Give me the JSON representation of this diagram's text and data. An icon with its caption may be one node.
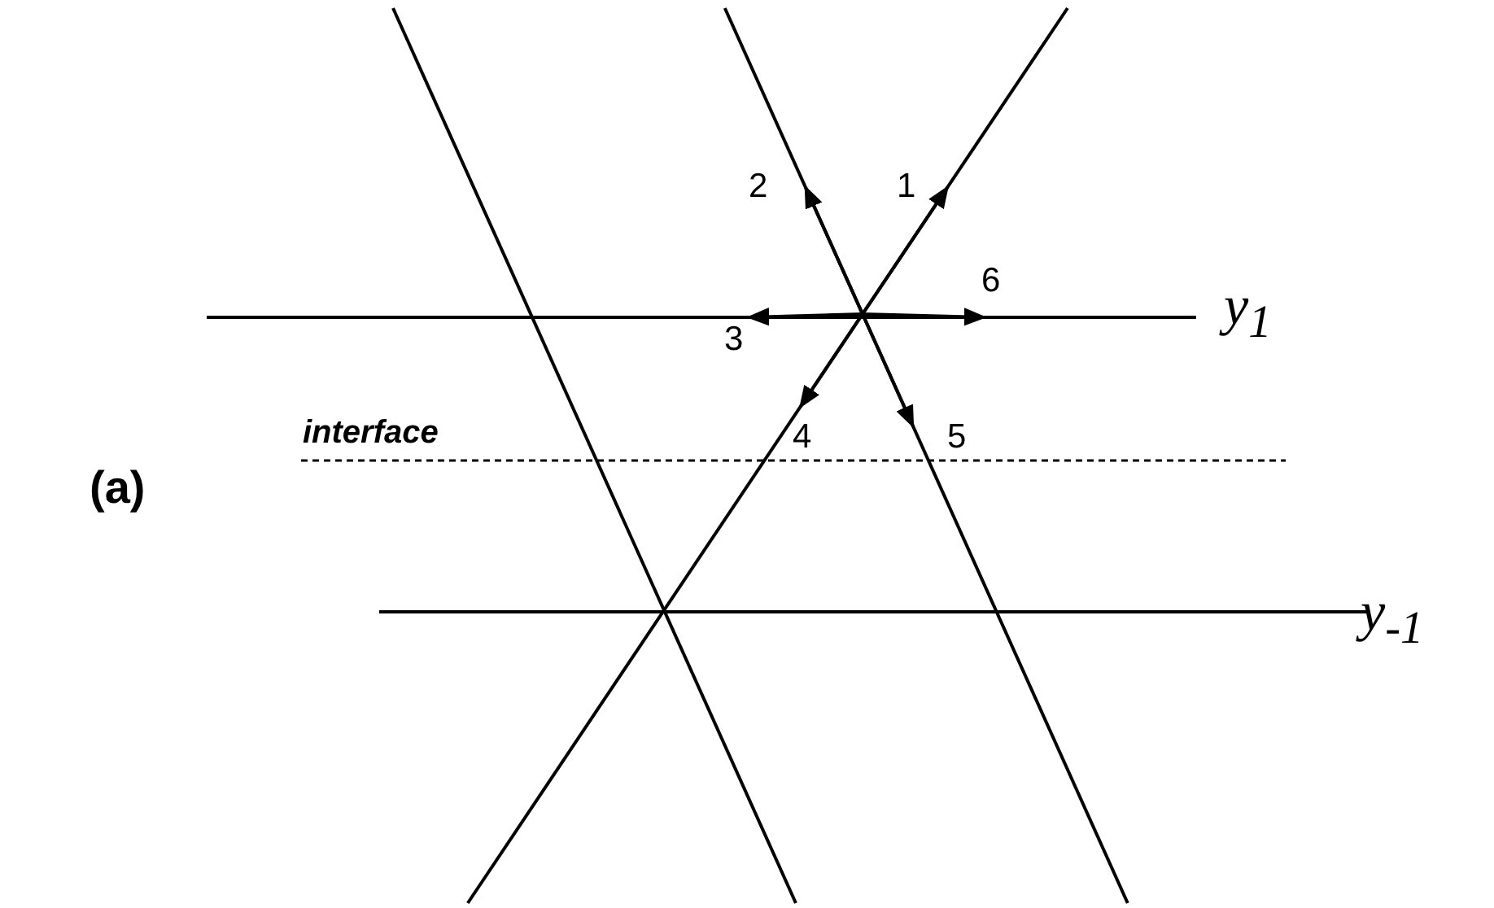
{
  "diagram": {
    "labels": [
      "2",
      "1",
      "6",
      "y$_{1}$",
      "3",
      "interface",
      "4",
      "5",
      "(a)",
      "y$_{-1}$"
    ]
  }
}
